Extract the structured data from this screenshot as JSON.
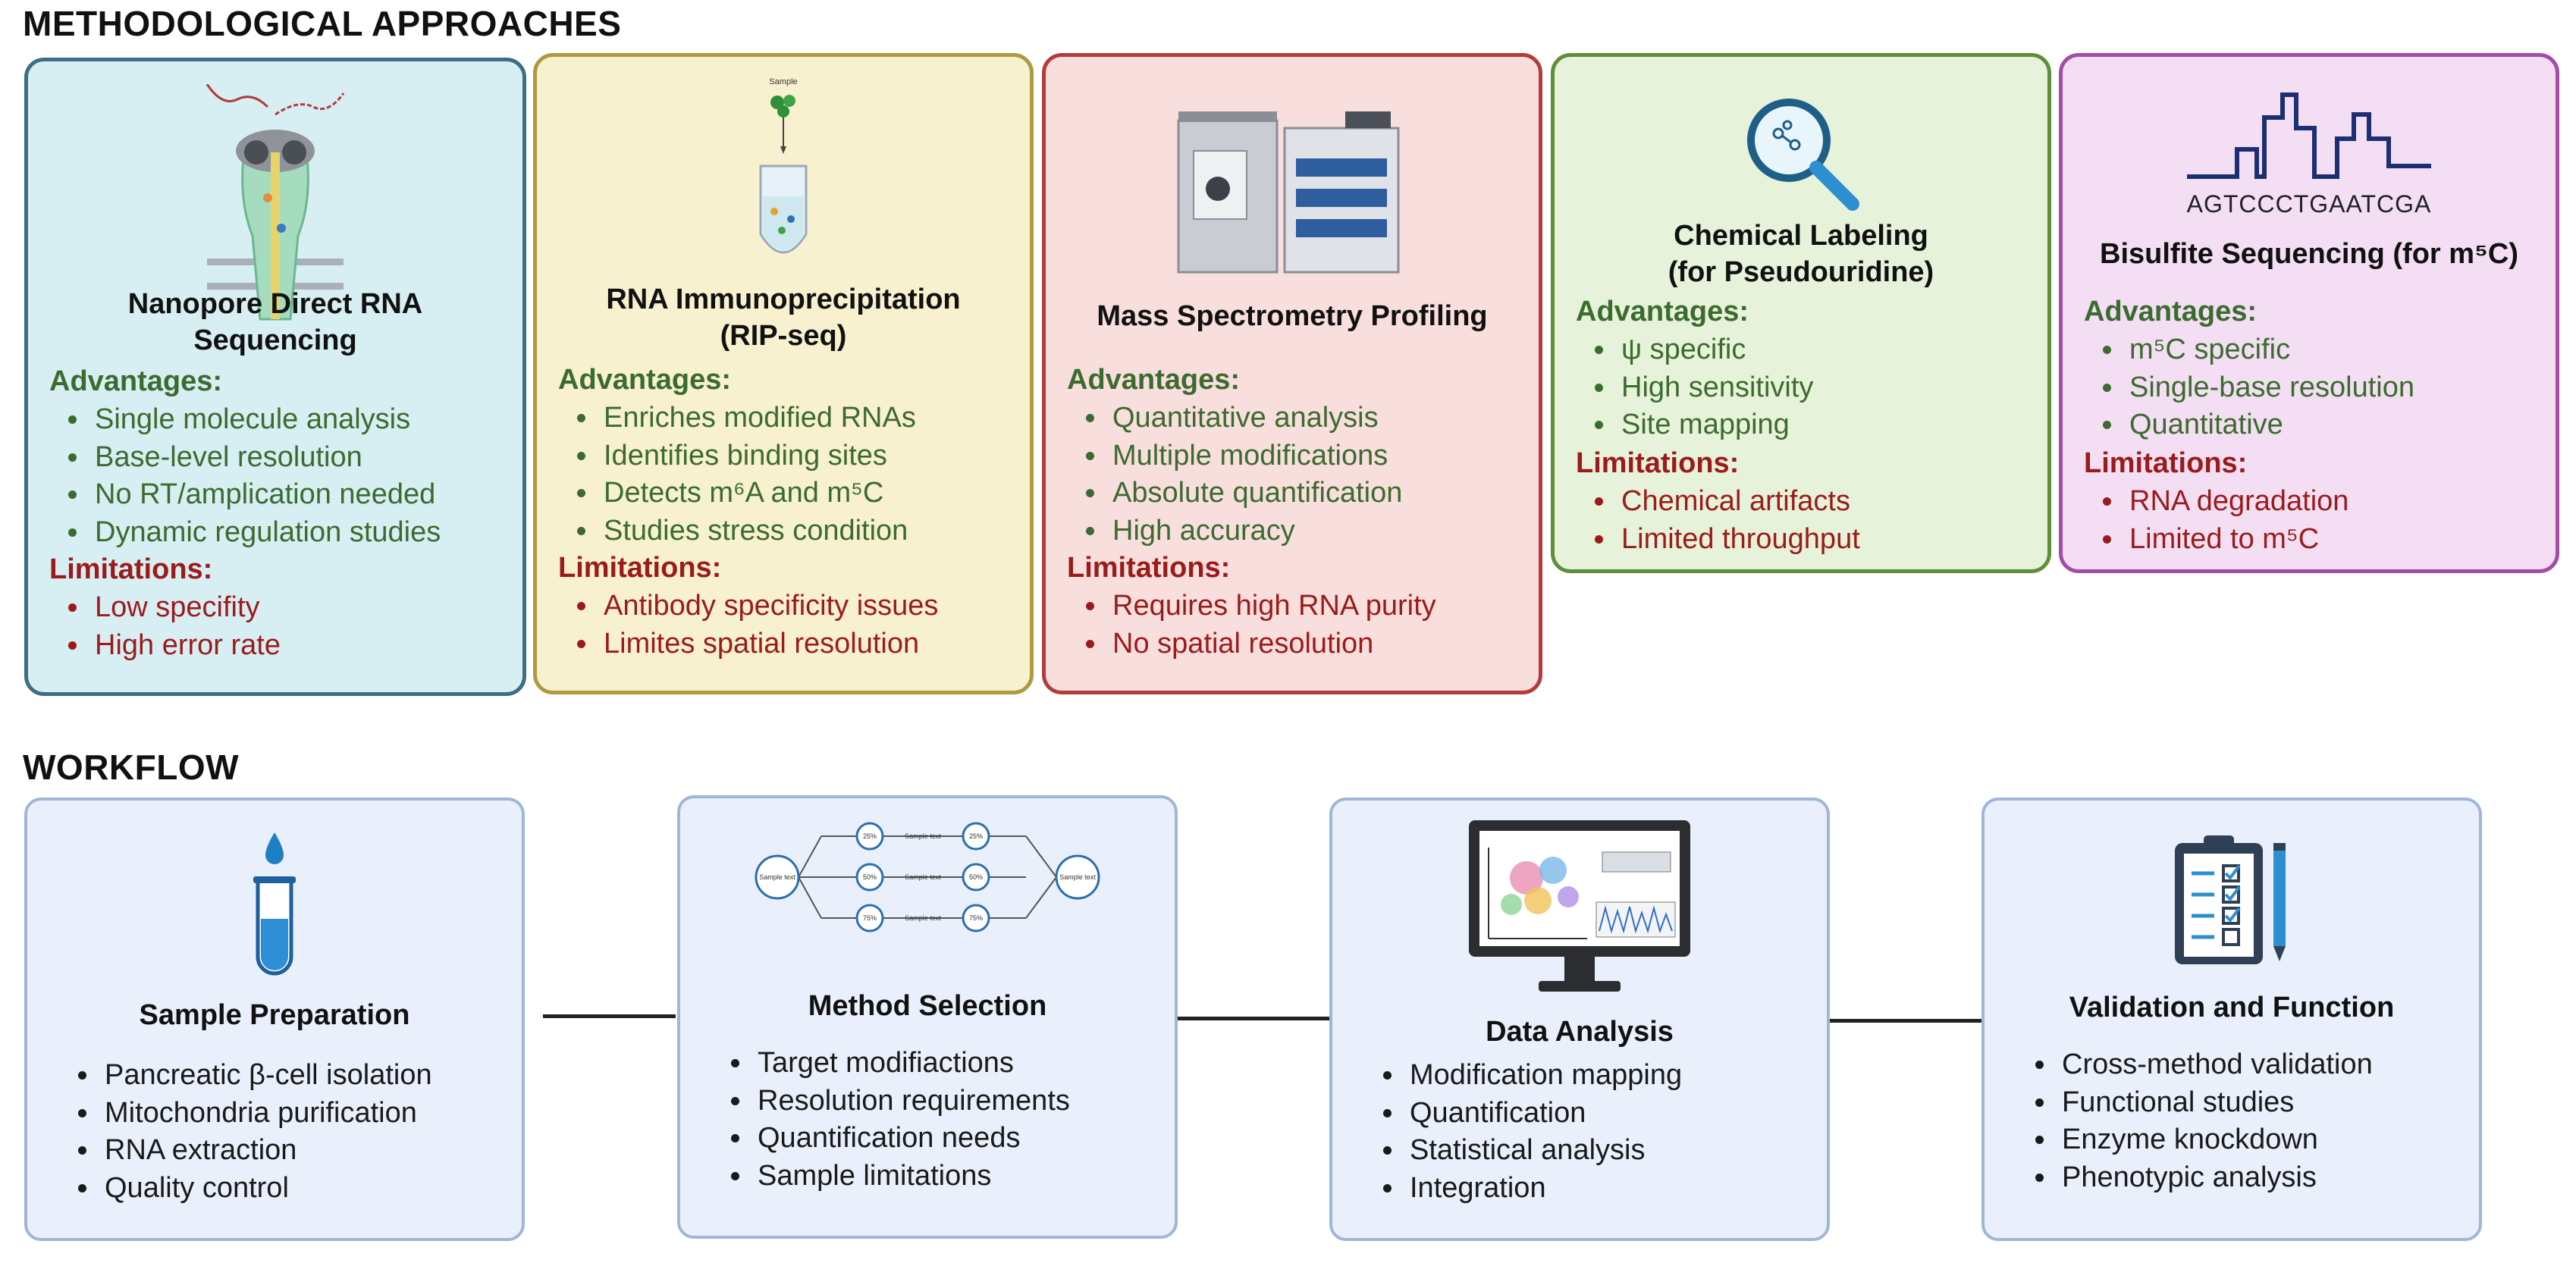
{
  "sections": {
    "methods_title": "METHODOLOGICAL APPROACHES",
    "workflow_title": "WORKFLOW"
  },
  "methods": [
    {
      "title_line1": "Nanopore Direct RNA",
      "title_line2": "Sequencing",
      "advantages_label": "Advantages:",
      "advantages": [
        "Single molecule analysis",
        "Base-level resolution",
        "No RT/amplication needed",
        "Dynamic regulation studies"
      ],
      "limitations_label": "Limitations:",
      "limitations": [
        "Low specifity",
        "High error rate"
      ],
      "icon": "nanopore-icon",
      "color": "#d7eef3"
    },
    {
      "title_line1": "RNA Immunoprecipitation",
      "title_line2": "(RIP-seq)",
      "advantages_label": "Advantages:",
      "advantages": [
        "Enriches modified RNAs",
        "Identifies binding sites",
        "Detects m⁶A and m⁵C",
        "Studies stress condition"
      ],
      "limitations_label": "Limitations:",
      "limitations": [
        "Antibody specificity issues",
        "Limites spatial resolution"
      ],
      "icon": "tube-icon",
      "icon_text": "Sample",
      "color": "#f7f1cf"
    },
    {
      "title_line1": "Mass Spectrometry Profiling",
      "advantages_label": "Advantages:",
      "advantages": [
        "Quantitative analysis",
        "Multiple modifications",
        "Absolute quantification",
        "High accuracy"
      ],
      "limitations_label": "Limitations:",
      "limitations": [
        "Requires high RNA purity",
        "No spatial resolution"
      ],
      "icon": "mass-spectrometer-icon",
      "color": "#f8dedd"
    },
    {
      "title_line1": "Chemical Labeling",
      "title_line2": "(for Pseudouridine)",
      "advantages_label": "Advantages:",
      "advantages": [
        "ψ specific",
        "High sensitivity",
        "Site mapping"
      ],
      "limitations_label": "Limitations:",
      "limitations": [
        "Chemical artifacts",
        "Limited throughput"
      ],
      "icon": "magnifier-icon",
      "color": "#e6f2d9"
    },
    {
      "title_line1": "Bisulfite Sequencing (for m⁵C)",
      "advantages_label": "Advantages:",
      "advantages": [
        "m⁵C specific",
        "Single-base resolution",
        "Quantitative"
      ],
      "limitations_label": "Limitations:",
      "limitations": [
        "RNA degradation",
        "Limited to m⁵C"
      ],
      "icon": "sequence-trace-icon",
      "sequence_text": "AGTCCCTGAATCGA",
      "color": "#f3def3"
    }
  ],
  "workflow": [
    {
      "title": "Sample Preparation",
      "items": [
        "Pancreatic β-cell isolation",
        "Mitochondria purification",
        "RNA extraction",
        "Quality control"
      ],
      "icon": "test-tube-icon"
    },
    {
      "title": "Method Selection",
      "items": [
        "Target modifiactions",
        "Resolution requirements",
        "Quantification needs",
        "Sample limitations"
      ],
      "icon": "flow-diagram-icon",
      "diagram": {
        "sample_label": "Sample text",
        "percentages": [
          "25%",
          "50%",
          "75%"
        ]
      }
    },
    {
      "title": "Data Analysis",
      "items": [
        "Modification mapping",
        "Quantification",
        "Statistical analysis",
        "Integration"
      ],
      "icon": "monitor-icon"
    },
    {
      "title": "Validation and Function",
      "items": [
        "Cross-method validation",
        "Functional studies",
        "Enzyme knockdown",
        "Phenotypic analysis"
      ],
      "icon": "clipboard-icon"
    }
  ],
  "colors": {
    "advantages": "#3c6b2f",
    "limitations": "#9b1b1b",
    "workflow_fill": "#e9f0fb",
    "workflow_border": "#9fb6d8"
  }
}
